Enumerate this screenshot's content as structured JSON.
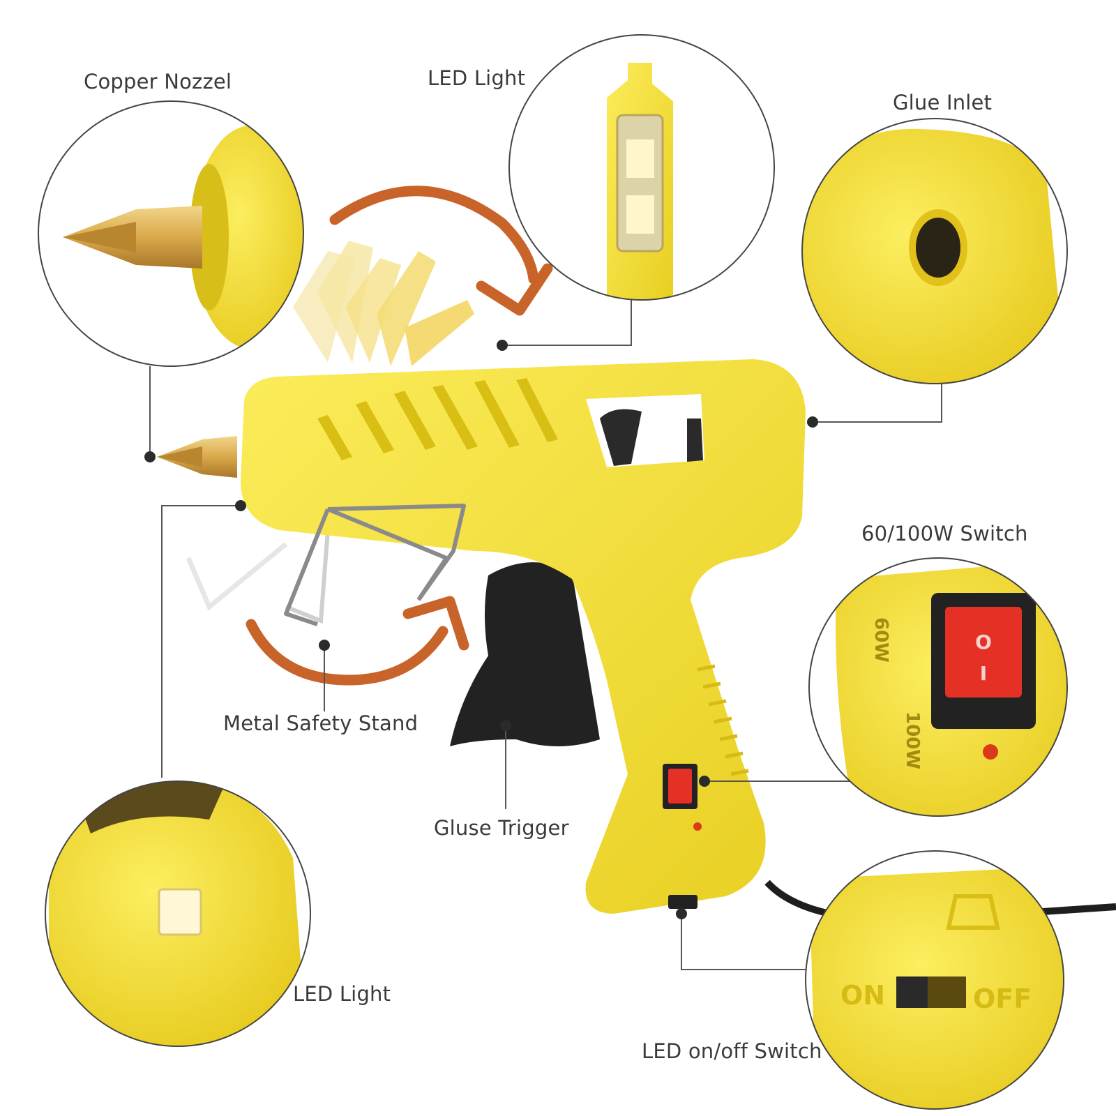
{
  "labels": {
    "copper_nozzle": "Copper Nozzel",
    "led_light_top": "LED Light",
    "glue_inlet": "Glue Inlet",
    "power_switch": "60/100W Switch",
    "safety_stand": "Metal Safety Stand",
    "trigger": "Gluse Trigger",
    "led_light_bottom": "LED Light",
    "led_switch": "LED on/off Switch"
  },
  "switch_markings": {
    "rocker_top": "O",
    "rocker_bottom": "I",
    "watt_low": "60W",
    "watt_high": "100W",
    "on": "ON",
    "off": "OFF"
  },
  "colors": {
    "body_yellow": "#f6e23a",
    "body_shadow": "#e2c81c",
    "trigger_black": "#222222",
    "nozzle_gold": "#d9a94a",
    "arrow_orange": "#c8642a",
    "switch_red": "#e53026",
    "leader_line": "#555555"
  }
}
